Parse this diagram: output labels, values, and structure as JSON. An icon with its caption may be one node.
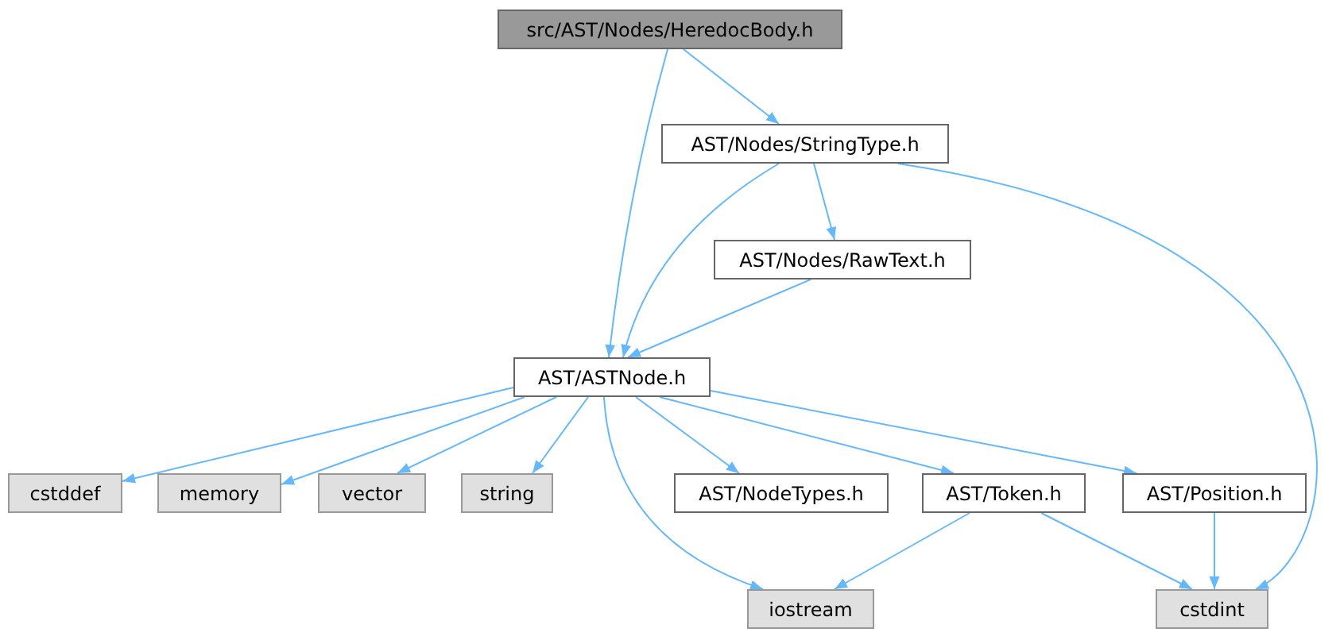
{
  "diagram": {
    "nodes": [
      {
        "text": [
          "src/AST/Nodes/HeredocBody.h"
        ]
      },
      {
        "text": [
          "AST/Nodes/StringType.h"
        ]
      },
      {
        "text": [
          "AST/Nodes/RawText.h"
        ]
      },
      {
        "text": [
          "AST/ASTNode.h"
        ]
      },
      {
        "text": [
          "cstddef"
        ]
      },
      {
        "text": [
          "memory"
        ]
      },
      {
        "text": [
          "vector"
        ]
      },
      {
        "text": [
          "string"
        ]
      },
      {
        "text": [
          "AST/NodeTypes.h"
        ]
      },
      {
        "text": [
          "AST/Token.h"
        ]
      },
      {
        "text": [
          "AST/Position.h"
        ]
      },
      {
        "text": [
          "iostream"
        ]
      },
      {
        "text": [
          "cstdint"
        ]
      }
    ],
    "edges": [
      {
        "from": 0,
        "to": 3,
        "arrow": "to"
      },
      {
        "from": 0,
        "to": 1,
        "arrow": "to"
      },
      {
        "from": 1,
        "to": 3,
        "arrow": "to"
      },
      {
        "from": 1,
        "to": 2,
        "arrow": "to"
      },
      {
        "from": 1,
        "to": 12,
        "arrow": "to"
      },
      {
        "from": 2,
        "to": 3,
        "arrow": "to"
      },
      {
        "from": 3,
        "to": 4,
        "arrow": "to"
      },
      {
        "from": 3,
        "to": 5,
        "arrow": "to"
      },
      {
        "from": 3,
        "to": 6,
        "arrow": "to"
      },
      {
        "from": 3,
        "to": 7,
        "arrow": "to"
      },
      {
        "from": 3,
        "to": 11,
        "arrow": "to"
      },
      {
        "from": 3,
        "to": 8,
        "arrow": "to"
      },
      {
        "from": 3,
        "to": 9,
        "arrow": "to"
      },
      {
        "from": 3,
        "to": 10,
        "arrow": "to"
      },
      {
        "from": 9,
        "to": 11,
        "arrow": "to"
      },
      {
        "from": 9,
        "to": 12,
        "arrow": "to"
      },
      {
        "from": 10,
        "to": 12,
        "arrow": "to"
      }
    ]
  }
}
